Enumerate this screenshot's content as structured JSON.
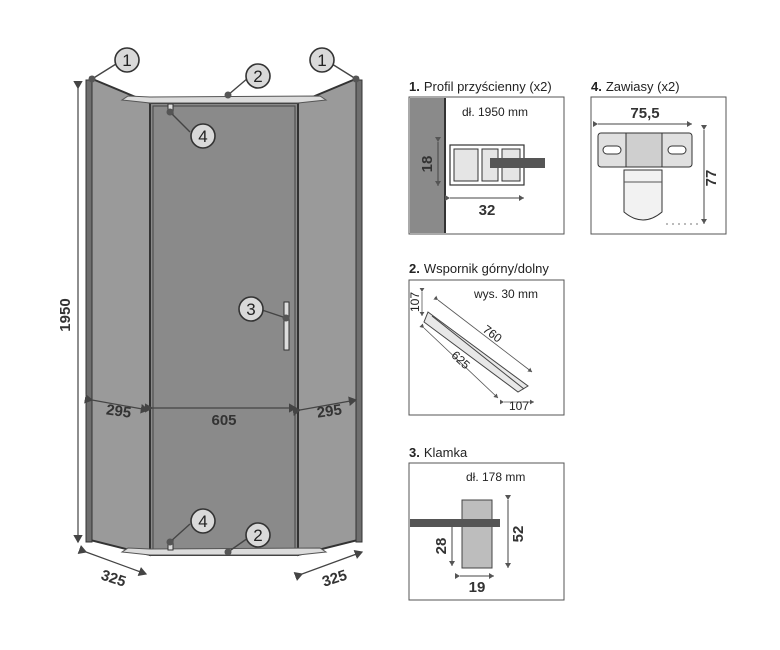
{
  "main_drawing": {
    "height_label": "1950",
    "width_center": "605",
    "width_side_left": "295",
    "width_side_right": "295",
    "base_left": "325",
    "base_right": "325",
    "callouts": [
      "1",
      "1",
      "2",
      "2",
      "3",
      "4",
      "4"
    ]
  },
  "panels": [
    {
      "number": "1.",
      "title": "Profil przyścienny (x2)",
      "note": "dł. 1950 mm",
      "dims": [
        "18",
        "32"
      ]
    },
    {
      "number": "2.",
      "title": "Wspornik górny/dolny",
      "note": "wys. 30 mm",
      "dims": [
        "107",
        "760",
        "625",
        "107"
      ]
    },
    {
      "number": "3.",
      "title": "Klamka",
      "note": "dł. 178 mm",
      "dims": [
        "52",
        "28",
        "19"
      ]
    },
    {
      "number": "4.",
      "title": "Zawiasy (x2)",
      "dims": [
        "75,5",
        "77"
      ]
    }
  ],
  "colors": {
    "glass": "#8a8a8a",
    "glass_side": "#9a9a9a",
    "frame": "#333333",
    "panel_bg": "#e8e8e8",
    "callout_fill": "#d9d9d9"
  }
}
